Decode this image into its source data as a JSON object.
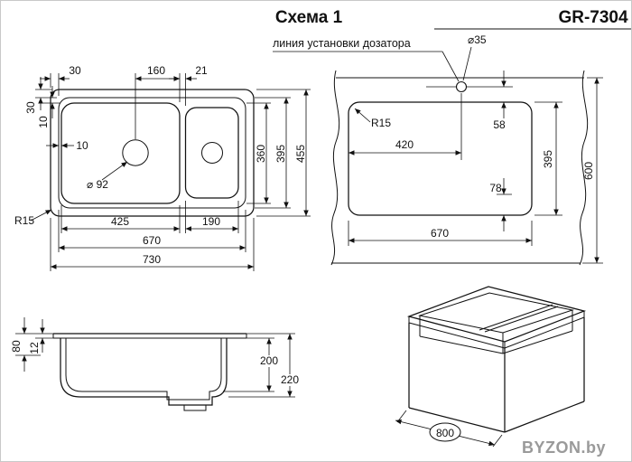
{
  "header": {
    "title": "Схема 1",
    "model": "GR-7304"
  },
  "top_view": {
    "dims": {
      "top_30": "30",
      "top_160": "160",
      "top_21": "21",
      "left_30": "30",
      "left_10": "10",
      "inner_10": "10",
      "drain_diameter": "⌀ 92",
      "right_360": "360",
      "right_395": "395",
      "right_455": "455",
      "bottom_425": "425",
      "bottom_190": "190",
      "bottom_670": "670",
      "bottom_730": "730",
      "corner_radius": "R15"
    }
  },
  "cutout_view": {
    "note": "линия установки дозатора",
    "dims": {
      "hole_diameter": "⌀35",
      "corner_radius": "R15",
      "hole_x": "420",
      "hole_y": "58",
      "offset_78": "78",
      "height_395": "395",
      "height_600": "600",
      "width_670": "670"
    }
  },
  "section_view": {
    "dims": {
      "lip_80": "80",
      "lip_12": "12",
      "depth_200": "200",
      "depth_220": "220"
    }
  },
  "iso_view": {
    "dims": {
      "cabinet_800": "800"
    }
  },
  "watermark": "BYZON.by"
}
